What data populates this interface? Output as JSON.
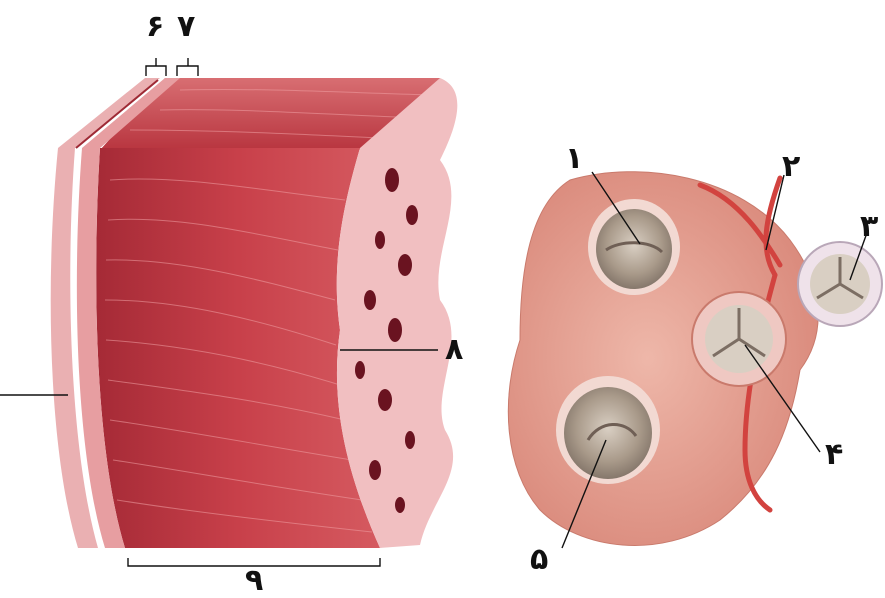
{
  "labels": {
    "n1": "۱",
    "n2": "۲",
    "n3": "۳",
    "n4": "۴",
    "n5": "۵",
    "n6": "۶",
    "n7": "۷",
    "n8": "۸",
    "n9": "۹"
  },
  "colors": {
    "muscle": "#c8404a",
    "muscle_dark": "#8e1f2c",
    "muscle_light": "#e07a80",
    "pericardium": "#e9a1a4",
    "trabeculae": "#f3c2c2",
    "valve_ring": "#f5d7d2",
    "valve_inner": "#b9ab9c",
    "heart_surface": "#e49a8d",
    "artery": "#d2433f"
  }
}
